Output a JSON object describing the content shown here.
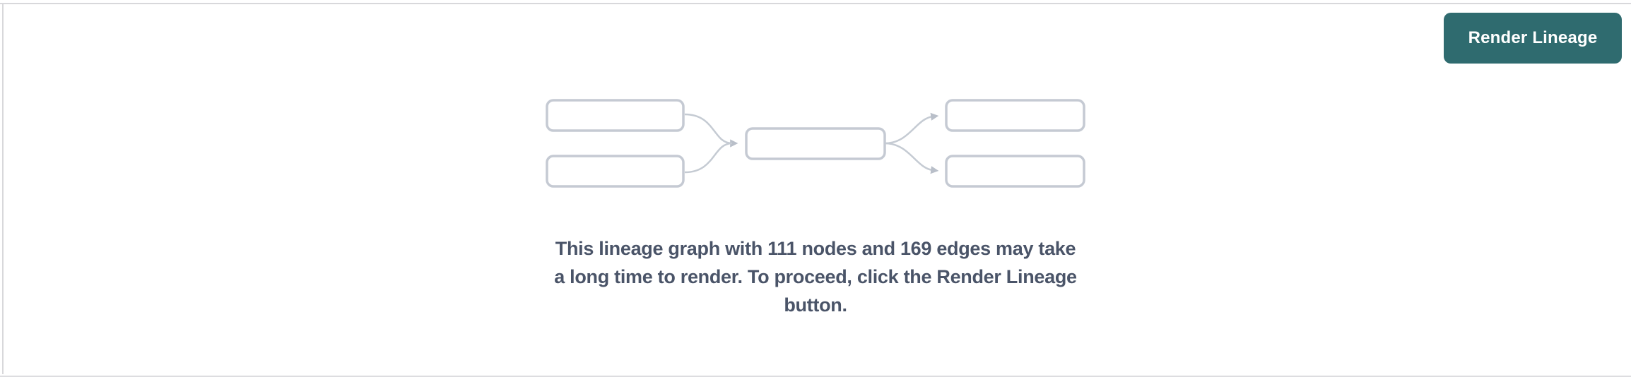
{
  "panel": {
    "toolbar": {
      "render_button_label": "Render Lineage"
    },
    "empty_state": {
      "message": "This lineage graph with 111 nodes and 169 edges may take\na long time to render. To proceed, click the Render Lineage\nbutton.",
      "node_count": 111,
      "edge_count": 169,
      "illustration": "lineage-graph-placeholder"
    },
    "colors": {
      "button_bg": "#2f6b6f",
      "button_text": "#ffffff",
      "illustration_node_border": "#c5cad3",
      "illustration_edge": "#c5cbd3",
      "illustration_arrowhead": "#b9bfc9",
      "message_text": "#4a5468",
      "panel_border": "#d8d8db",
      "background": "#ffffff"
    }
  }
}
